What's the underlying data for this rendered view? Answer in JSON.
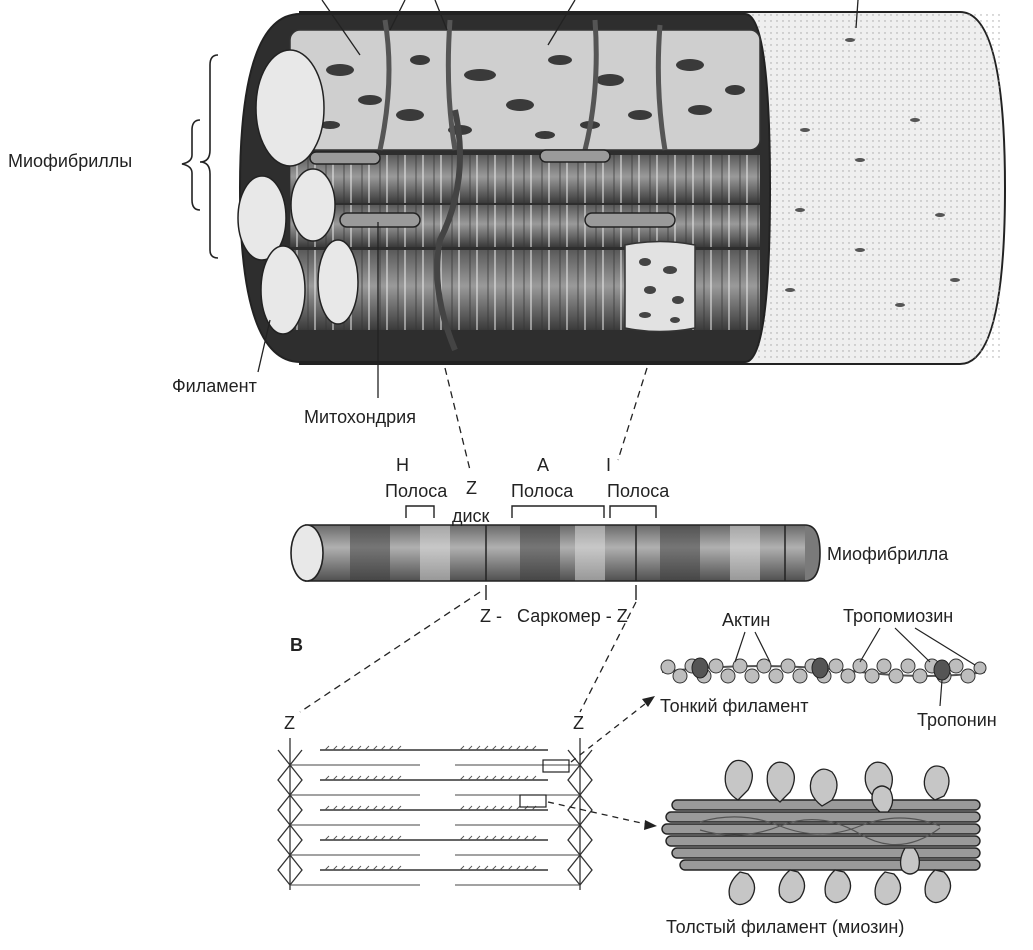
{
  "labels": {
    "myofibrils": "Миофибриллы",
    "filament": "Филамент",
    "mitochondrion": "Митохондрия",
    "h_letter": "H",
    "h_band": "Полоса",
    "z_letter": "Z",
    "z_disk": "диск",
    "a_letter": "A",
    "a_band": "Полоса",
    "i_letter": "I",
    "i_band": "Полоса",
    "myofibril": "Миофибрилла",
    "sarcomere": "Z -   Саркомер - Z",
    "section_b": "B",
    "z_left": "Z",
    "z_right": "Z",
    "actin": "Актин",
    "tropomyosin": "Тропомиозин",
    "thin_filament": "Тонкий филамент",
    "troponin": "Тропонин",
    "thick_filament": "Толстый филамент (миозин)"
  },
  "colors": {
    "ink": "#222222",
    "fiber_dark": "#4a4a4a",
    "fiber_mid": "#8a8a8a",
    "fiber_light": "#d9d9d9",
    "sarcolemma": "#ececec"
  }
}
